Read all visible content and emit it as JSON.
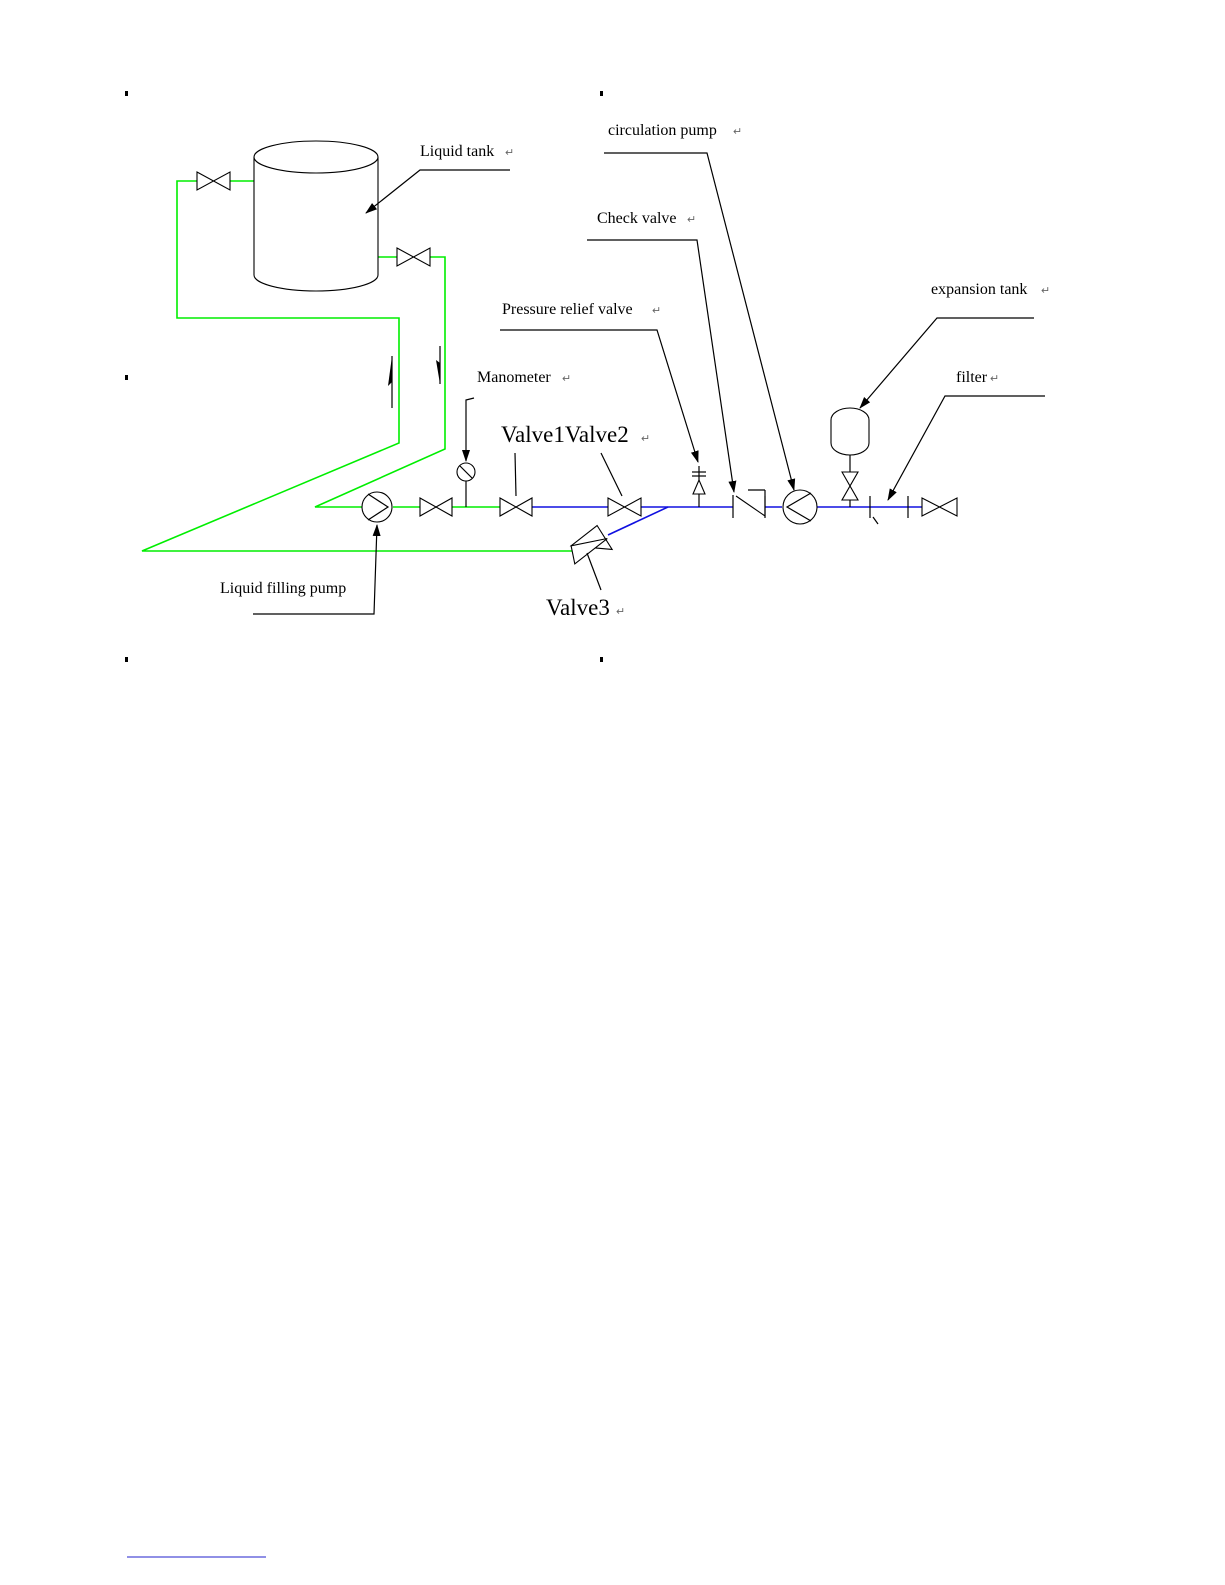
{
  "labels": {
    "liquid_tank": "Liquid tank",
    "circulation_pump": "circulation pump",
    "check_valve": "Check valve",
    "expansion_tank": "expansion tank",
    "pressure_relief_valve": "Pressure relief valve",
    "filter": "filter",
    "manometer": "Manometer",
    "valve1_valve2": "Valve1Valve2",
    "liquid_filling_pump": "Liquid filling pump",
    "valve3": "Valve3"
  },
  "marks": {
    "return": "↵"
  },
  "colors": {
    "suction_line": "#00ee00",
    "circulation_line": "#1010e0",
    "symbols": "#000000"
  }
}
